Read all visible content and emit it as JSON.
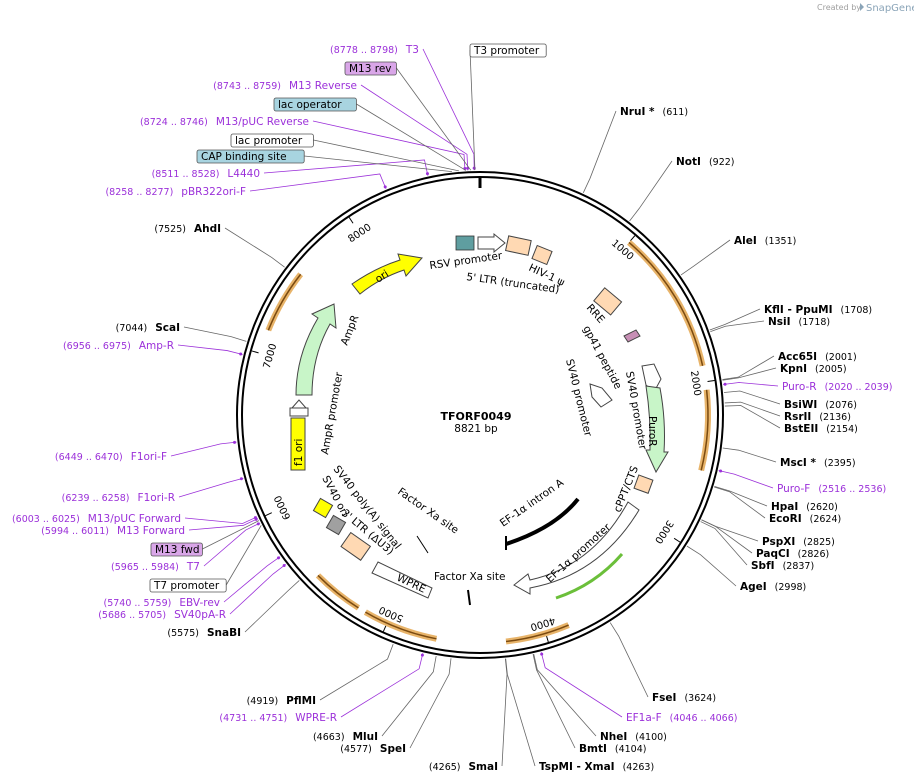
{
  "credit": {
    "prefix": "Created by",
    "brand": "SnapGene"
  },
  "plasmid": {
    "name": "TFORF0049",
    "size_label": "8821 bp",
    "length": 8821
  },
  "ticks": [
    "1000",
    "2000",
    "3000",
    "4000",
    "5000",
    "6000",
    "7000",
    "8000"
  ],
  "sites": [
    {
      "name": "NruI *",
      "pos": "(611)",
      "bp": 611
    },
    {
      "name": "NotI",
      "pos": "(922)",
      "bp": 922
    },
    {
      "name": "AleI",
      "pos": "(1351)",
      "bp": 1351
    },
    {
      "name": "KflI  - PpuMI",
      "pos": "(1708)",
      "bp": 1708
    },
    {
      "name": "NsiI",
      "pos": "(1718)",
      "bp": 1718
    },
    {
      "name": "Acc65I",
      "pos": "(2001)",
      "bp": 2001
    },
    {
      "name": "KpnI",
      "pos": "(2005)",
      "bp": 2005
    },
    {
      "name": "BsiWI",
      "pos": "(2076)",
      "bp": 2076
    },
    {
      "name": "RsrII",
      "pos": "(2136)",
      "bp": 2136
    },
    {
      "name": "BstEII",
      "pos": "(2154)",
      "bp": 2154
    },
    {
      "name": "MscI *",
      "pos": "(2395)",
      "bp": 2395
    },
    {
      "name": "HpaI",
      "pos": "(2620)",
      "bp": 2620
    },
    {
      "name": "EcoRI",
      "pos": "(2624)",
      "bp": 2624
    },
    {
      "name": "PspXI",
      "pos": "(2825)",
      "bp": 2825
    },
    {
      "name": "PaqCI",
      "pos": "(2826)",
      "bp": 2826
    },
    {
      "name": "SbfI",
      "pos": "(2837)",
      "bp": 2837
    },
    {
      "name": "AgeI",
      "pos": "(2998)",
      "bp": 2998
    },
    {
      "name": "FseI",
      "pos": "(3624)",
      "bp": 3624
    },
    {
      "name": "NheI",
      "pos": "(4100)",
      "bp": 4100
    },
    {
      "name": "BmtI",
      "pos": "(4104)",
      "bp": 4104
    },
    {
      "name": "TspMI  - XmaI",
      "pos": "(4263)",
      "bp": 4263
    },
    {
      "name": "SmaI",
      "pos": "(4265)",
      "bp": 4265
    },
    {
      "name": "SpeI",
      "pos": "(4577)",
      "bp": 4577
    },
    {
      "name": "MluI",
      "pos": "(4663)",
      "bp": 4663
    },
    {
      "name": "PflMI",
      "pos": "(4919)",
      "bp": 4919
    },
    {
      "name": "SnaBI",
      "pos": "(5575)",
      "bp": 5575
    },
    {
      "name": "ScaI",
      "pos": "(7044)",
      "bp": 7044
    },
    {
      "name": "AhdI",
      "pos": "(7525)",
      "bp": 7525
    }
  ],
  "primers": [
    {
      "name": "T3",
      "pos": "(8778 .. 8798)",
      "bp": 8788
    },
    {
      "name": "M13 Reverse",
      "pos": "(8743 .. 8759)",
      "bp": 8751
    },
    {
      "name": "M13/pUC Reverse",
      "pos": "(8724 .. 8746)",
      "bp": 8735
    },
    {
      "name": "L4440",
      "pos": "(8511 .. 8528)",
      "bp": 8520
    },
    {
      "name": "pBR322ori-F",
      "pos": "(8258 .. 8277)",
      "bp": 8268
    },
    {
      "name": "Amp-R",
      "pos": "(6956 .. 6975)",
      "bp": 6966
    },
    {
      "name": "F1ori-F",
      "pos": "(6449 .. 6470)",
      "bp": 6460
    },
    {
      "name": "F1ori-R",
      "pos": "(6239 .. 6258)",
      "bp": 6249
    },
    {
      "name": "M13/pUC Forward",
      "pos": "(6003 .. 6025)",
      "bp": 6014
    },
    {
      "name": "M13 Forward",
      "pos": "(5994 .. 6011)",
      "bp": 6003
    },
    {
      "name": "T7",
      "pos": "(5965 .. 5984)",
      "bp": 5975
    },
    {
      "name": "EBV-rev",
      "pos": "(5740 .. 5759)",
      "bp": 5750
    },
    {
      "name": "SV40pA-R",
      "pos": "(5686 .. 5705)",
      "bp": 5696
    },
    {
      "name": "WPRE-R",
      "pos": "(4731 .. 4751)",
      "bp": 4741
    },
    {
      "name": "Puro-R",
      "pos": "(2020 .. 2039)",
      "bp": 2030
    },
    {
      "name": "Puro-F",
      "pos": "(2516 .. 2536)",
      "bp": 2526
    },
    {
      "name": "EF1a-F",
      "pos": "(4046 .. 4066)",
      "bp": 4056
    }
  ],
  "boxed_labels": [
    {
      "text": "T3 promoter",
      "fill": "#ffffff",
      "bp": 8792
    },
    {
      "text": "M13 rev",
      "fill": "#d9a6e8",
      "bp": 8768
    },
    {
      "text": "lac operator",
      "fill": "#a8d4e0",
      "bp": 8740
    },
    {
      "text": "lac promoter",
      "fill": "#ffffff",
      "bp": 8700
    },
    {
      "text": "CAP binding site",
      "fill": "#a8d4e0",
      "bp": 8660
    },
    {
      "text": "M13 fwd",
      "fill": "#d9a6e8",
      "bp": 5990
    },
    {
      "text": "T7 promoter",
      "fill": "#ffffff",
      "bp": 5960
    }
  ],
  "features": [
    {
      "name": "RSV promoter",
      "label": "RSV promoter"
    },
    {
      "name": "5' LTR (truncated)",
      "label": "5' LTR (truncated)"
    },
    {
      "name": "HIV-1 ψ",
      "label": "HIV-1 ψ"
    },
    {
      "name": "RRE",
      "label": "RRE"
    },
    {
      "name": "gp41 peptide",
      "label": "gp41 peptide"
    },
    {
      "name": "SV40 promoter (outer)",
      "label": "SV40 promoter"
    },
    {
      "name": "SV40 promoter (inner)",
      "label": "SV40 promoter"
    },
    {
      "name": "PuroR",
      "label": "PuroR"
    },
    {
      "name": "cPPT/CTS",
      "label": "cPPT/CTS"
    },
    {
      "name": "EF-1α promoter",
      "label": "EF-1α promoter"
    },
    {
      "name": "EF-1α intron A",
      "label": "EF-1α intron A"
    },
    {
      "name": "Factor Xa site 1",
      "label": "Factor Xa site"
    },
    {
      "name": "Factor Xa site 2",
      "label": "Factor Xa site"
    },
    {
      "name": "WPRE",
      "label": "WPRE"
    },
    {
      "name": "3' LTR (ΔU3)",
      "label": "3' LTR (ΔU3)"
    },
    {
      "name": "SV40 poly(A) signal",
      "label": "SV40 poly(A) signal"
    },
    {
      "name": "SV40 ori",
      "label": "SV40 ori"
    },
    {
      "name": "f1 ori",
      "label": "f1 ori"
    },
    {
      "name": "AmpR promoter",
      "label": "AmpR promoter"
    },
    {
      "name": "AmpR",
      "label": "AmpR"
    },
    {
      "name": "ori",
      "label": "ori"
    }
  ],
  "colors": {
    "backbone": "#000000",
    "orf_arrow": "#e8b46a",
    "orf_arrow_dark": "#7a4a10",
    "promoter": "#ffffff",
    "ampr": "#c8f5c8",
    "ori": "#ffff00",
    "ltr": "#ffd9b3",
    "gp41": "#c78fb5",
    "primer": "#9b30d9",
    "misc_blue": "#a8d4e0",
    "gray": "#a0a0a0",
    "green_line": "#6bbf3a"
  }
}
